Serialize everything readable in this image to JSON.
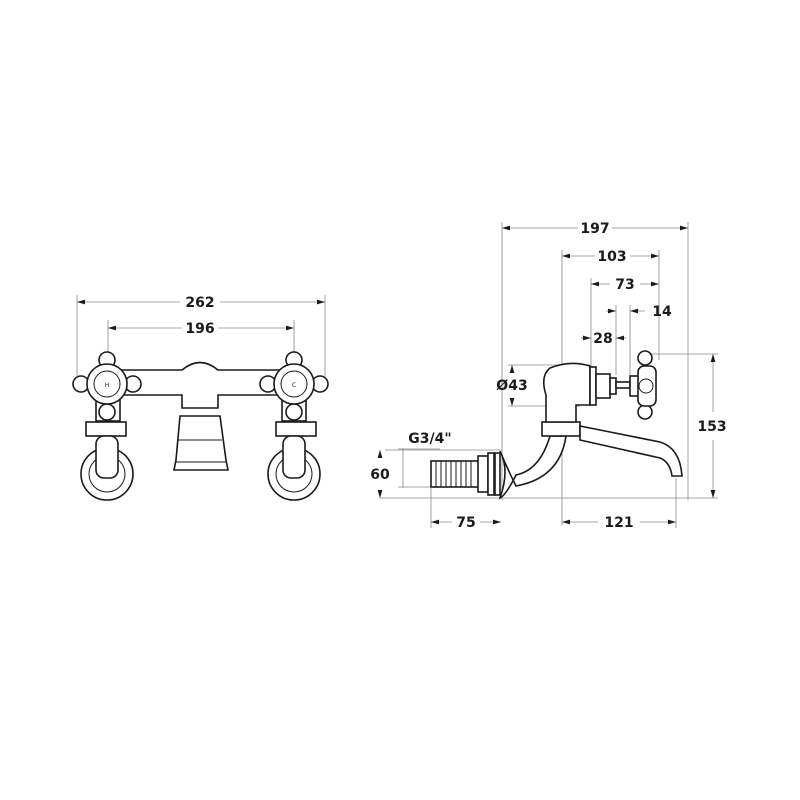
{
  "drawing": {
    "front_view": {
      "dimensions": {
        "overall_width": "262",
        "centers": "196"
      },
      "handle_labels": {
        "hot": "H",
        "cold": "C"
      }
    },
    "side_view": {
      "dimensions": {
        "overall_depth": "197",
        "depth_103": "103",
        "depth_73": "73",
        "depth_14": "14",
        "depth_28": "28",
        "body_diameter": "Ø43",
        "overall_height": "153",
        "thread": "G3/4\"",
        "inlet_height": "60",
        "inlet_length": "75",
        "spout_projection": "121"
      }
    },
    "colors": {
      "line": "#1a1a1a",
      "dimension": "#8a8a8a",
      "background": "#ffffff"
    }
  }
}
